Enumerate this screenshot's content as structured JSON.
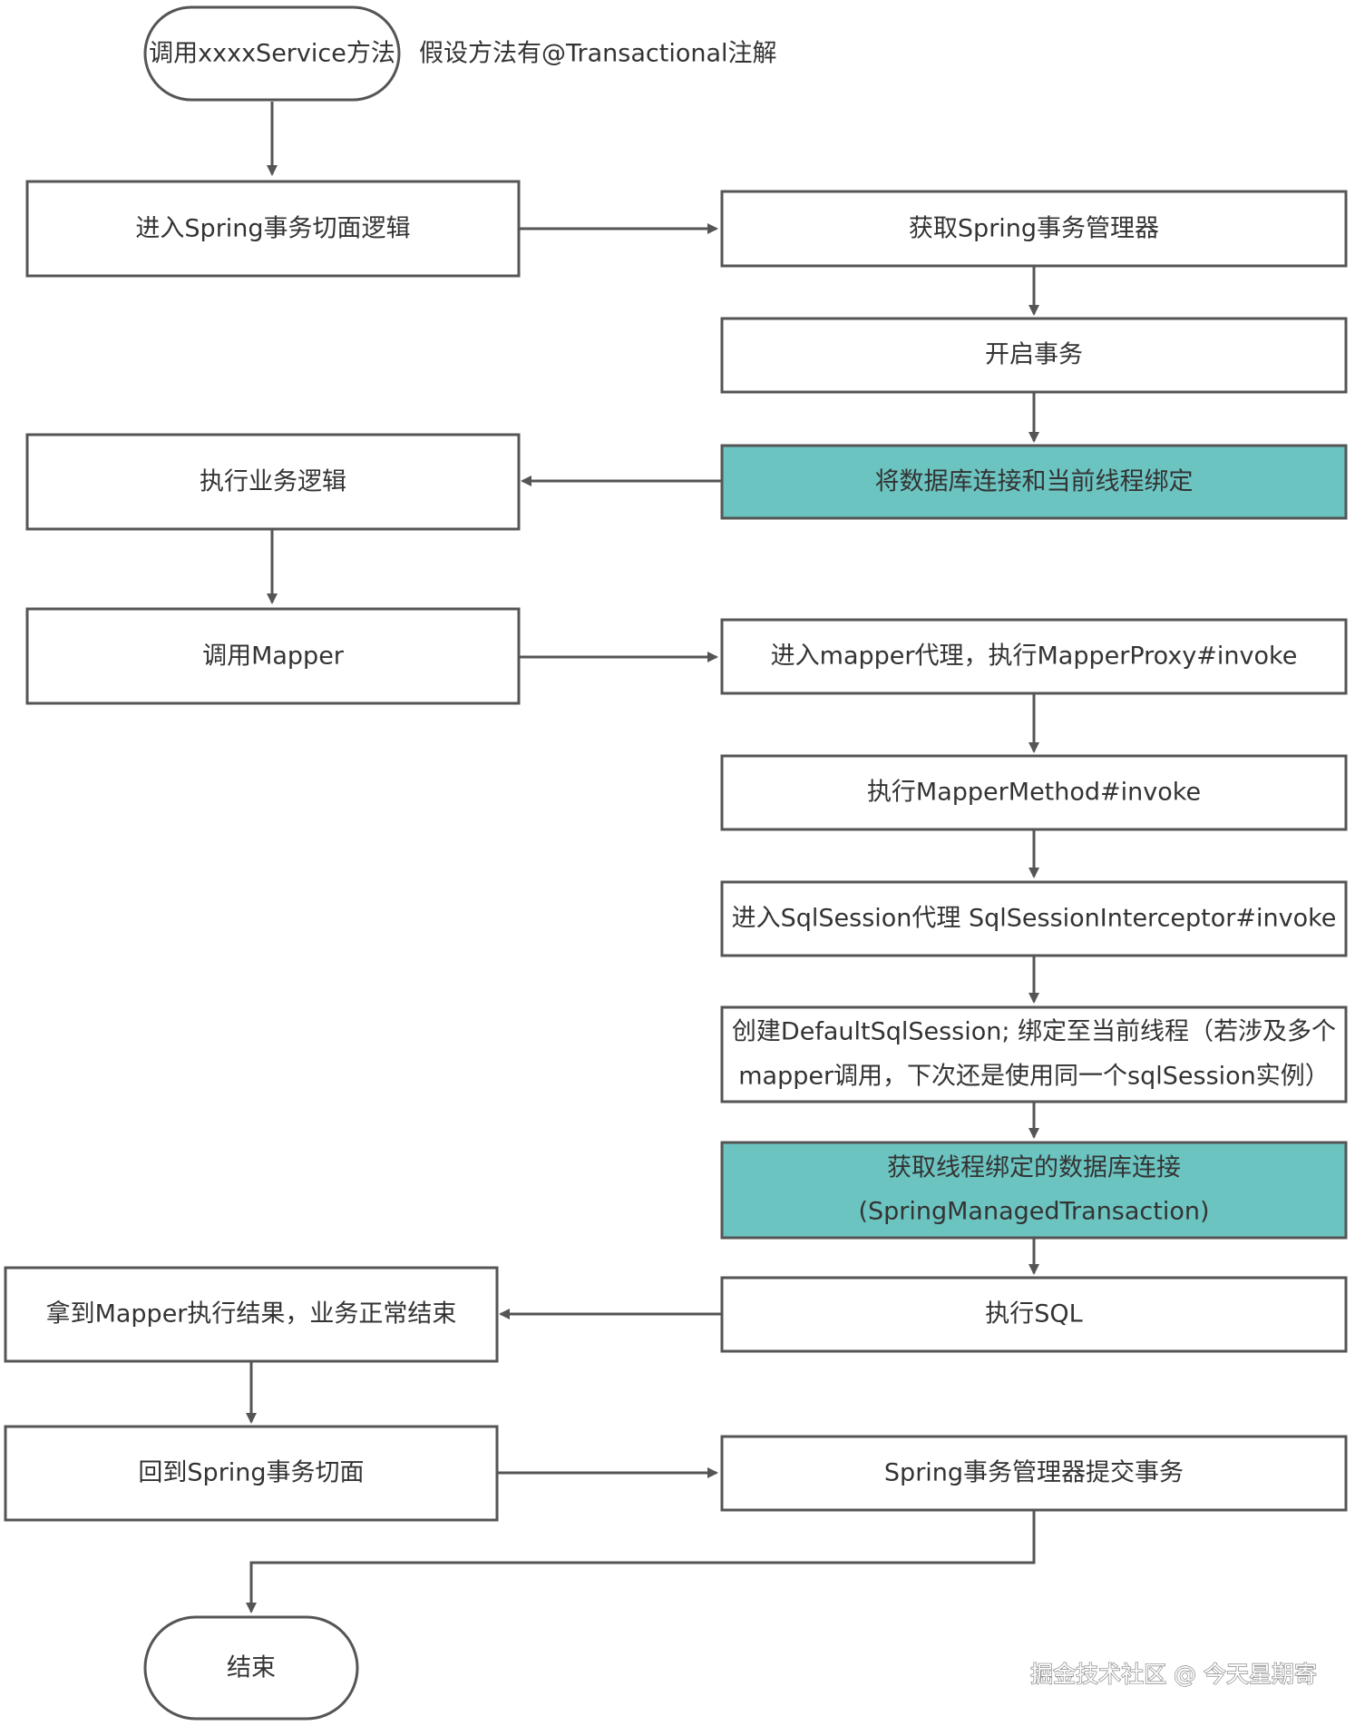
{
  "colors": {
    "stroke": "#555555",
    "highlight_fill": "#6cc4c1",
    "text": "#333333"
  },
  "nodes": {
    "start": {
      "label": "调用xxxxService方法",
      "shape": "terminal"
    },
    "enter_aspect": {
      "label": "进入Spring事务切面逻辑"
    },
    "get_tx_manager": {
      "label": "获取Spring事务管理器"
    },
    "begin_tx": {
      "label": "开启事务"
    },
    "bind_connection": {
      "label": "将数据库连接和当前线程绑定",
      "highlight": true
    },
    "run_business": {
      "label": "执行业务逻辑"
    },
    "call_mapper": {
      "label": "调用Mapper"
    },
    "mapper_proxy": {
      "label": "进入mapper代理，执行MapperProxy#invoke"
    },
    "mapper_method": {
      "label": "执行MapperMethod#invoke"
    },
    "sqlsession_proxy": {
      "label": "进入SqlSession代理 SqlSessionInterceptor#invoke"
    },
    "create_session": {
      "lines": [
        "创建DefaultSqlSession; 绑定至当前线程（若涉及多个",
        "mapper调用，下次还是使用同一个sqlSession实例）"
      ]
    },
    "get_bound_connection": {
      "lines": [
        "获取线程绑定的数据库连接",
        "(SpringManagedTransaction)"
      ],
      "highlight": true
    },
    "exec_sql": {
      "label": "执行SQL"
    },
    "got_result": {
      "label": "拿到Mapper执行结果，业务正常结束"
    },
    "back_to_aspect": {
      "label": "回到Spring事务切面"
    },
    "commit_tx": {
      "label": "Spring事务管理器提交事务"
    },
    "end": {
      "label": "结束",
      "shape": "terminal"
    }
  },
  "note": "假设方法有@Transactional注解",
  "watermark": "掘金技术社区 @ 今天星期寄"
}
